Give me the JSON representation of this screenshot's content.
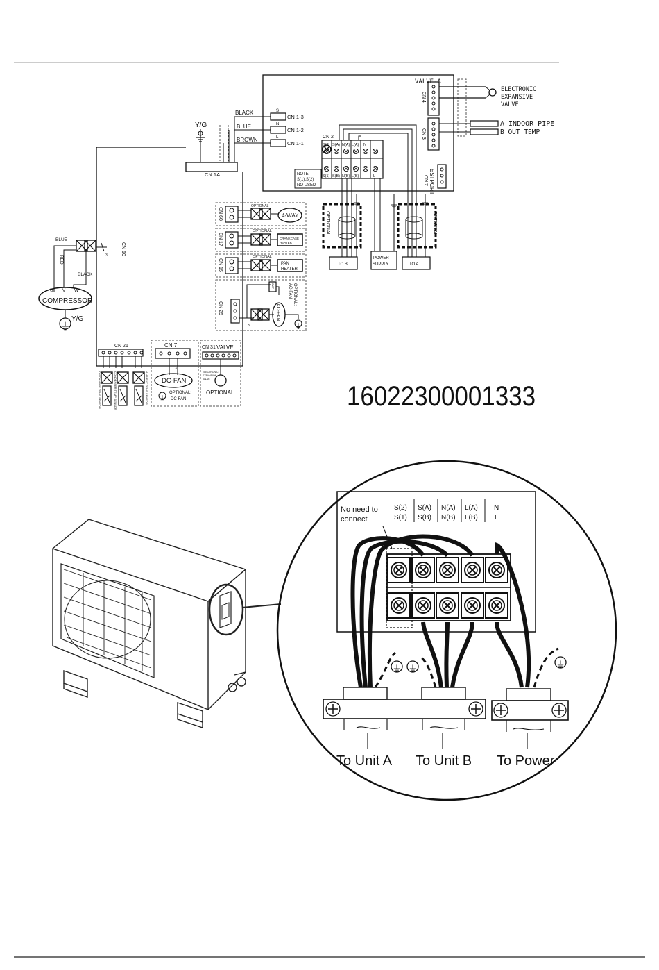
{
  "wiring_diagram": {
    "colors": {
      "line": "#111111",
      "dashed": "#444444"
    },
    "valve_a": "VALVE-A",
    "cn4": "CN 4",
    "electronic_valve": [
      "ELECTRONIC",
      "EXPANSIVE",
      "VALVE"
    ],
    "indoor_pipe": [
      "A  INDOOR PIPE",
      "B  OUT TEMP"
    ],
    "cn3": "CN 3",
    "test_port": "TESTPORT",
    "cn7_small": "CN 7",
    "cn2": "CN 2",
    "terminal_top": [
      "S(2)",
      "S(A)",
      "N(A)",
      "L(A)",
      "N",
      ""
    ],
    "terminal_bottom": [
      "S(1)",
      "S(B)",
      "N(B)",
      "L(B)",
      "L",
      ""
    ],
    "note": [
      "NOTE:",
      "S(1),S(2)",
      "NO USED"
    ],
    "cn1_labels": [
      "CN 1-3",
      "CN 1-2",
      "CN 1-1"
    ],
    "cn1_pins": [
      "S",
      "N",
      "L"
    ],
    "wire_colors": [
      "BLACK",
      "BLUE",
      "BROWN"
    ],
    "yg": "Y/G",
    "cn1a": "CN 1A",
    "optional": "OPTIONAL",
    "cn60": "CN 60",
    "four_way": "4-WAY",
    "cn17": "CN 17",
    "crankcase_heater": [
      "CRANKCASE",
      "HEATER"
    ],
    "cn15": "CN 15",
    "pan_heater": [
      "PAN",
      "HEATER"
    ],
    "cn25": "CN 25",
    "optional_acfan": [
      "OPTIONAL:",
      "AC-FAN"
    ],
    "ac_fan": "AC-FAN",
    "capacitor": "CAP",
    "to_b": "TO B",
    "power_supply": [
      "POWER",
      "SUPPLY"
    ],
    "to_a": "TO A",
    "comp_wires": [
      "BLUE",
      "RED",
      "BLACK"
    ],
    "cn50": "CN 50",
    "uvw": [
      "U",
      "V",
      "W"
    ],
    "compressor": "COMPRESSOR",
    "cn21": "CN 21",
    "sensors": [
      "DISCHARGE TEMP SENSOR",
      "CONDENSER TEMP SENSOR",
      "AMBIENT TEMP SENSOR"
    ],
    "cn7": "CN 7",
    "dc_fan": "DC-FAN",
    "optional_dcfan": [
      "OPTIONAL:",
      "DC-FAN"
    ],
    "cn31": "CN 31",
    "valve": "VALVE",
    "valve_small": [
      "ELECTRONIC",
      "EXPANSION",
      "VALVE"
    ],
    "optional_valve": "OPTIONAL",
    "small_num": "3",
    "part_number": "16022300001333"
  },
  "terminal_detail": {
    "no_need": [
      "No need to",
      "connect"
    ],
    "top_row": [
      "S(2)",
      "S(A)",
      "N(A)",
      "L(A)",
      "N"
    ],
    "bottom_row": [
      "S(1)",
      "S(B)",
      "N(B)",
      "L(B)",
      "L"
    ],
    "to_unit_a": "To Unit A",
    "to_unit_b": "To Unit B",
    "to_power": "To Power"
  }
}
